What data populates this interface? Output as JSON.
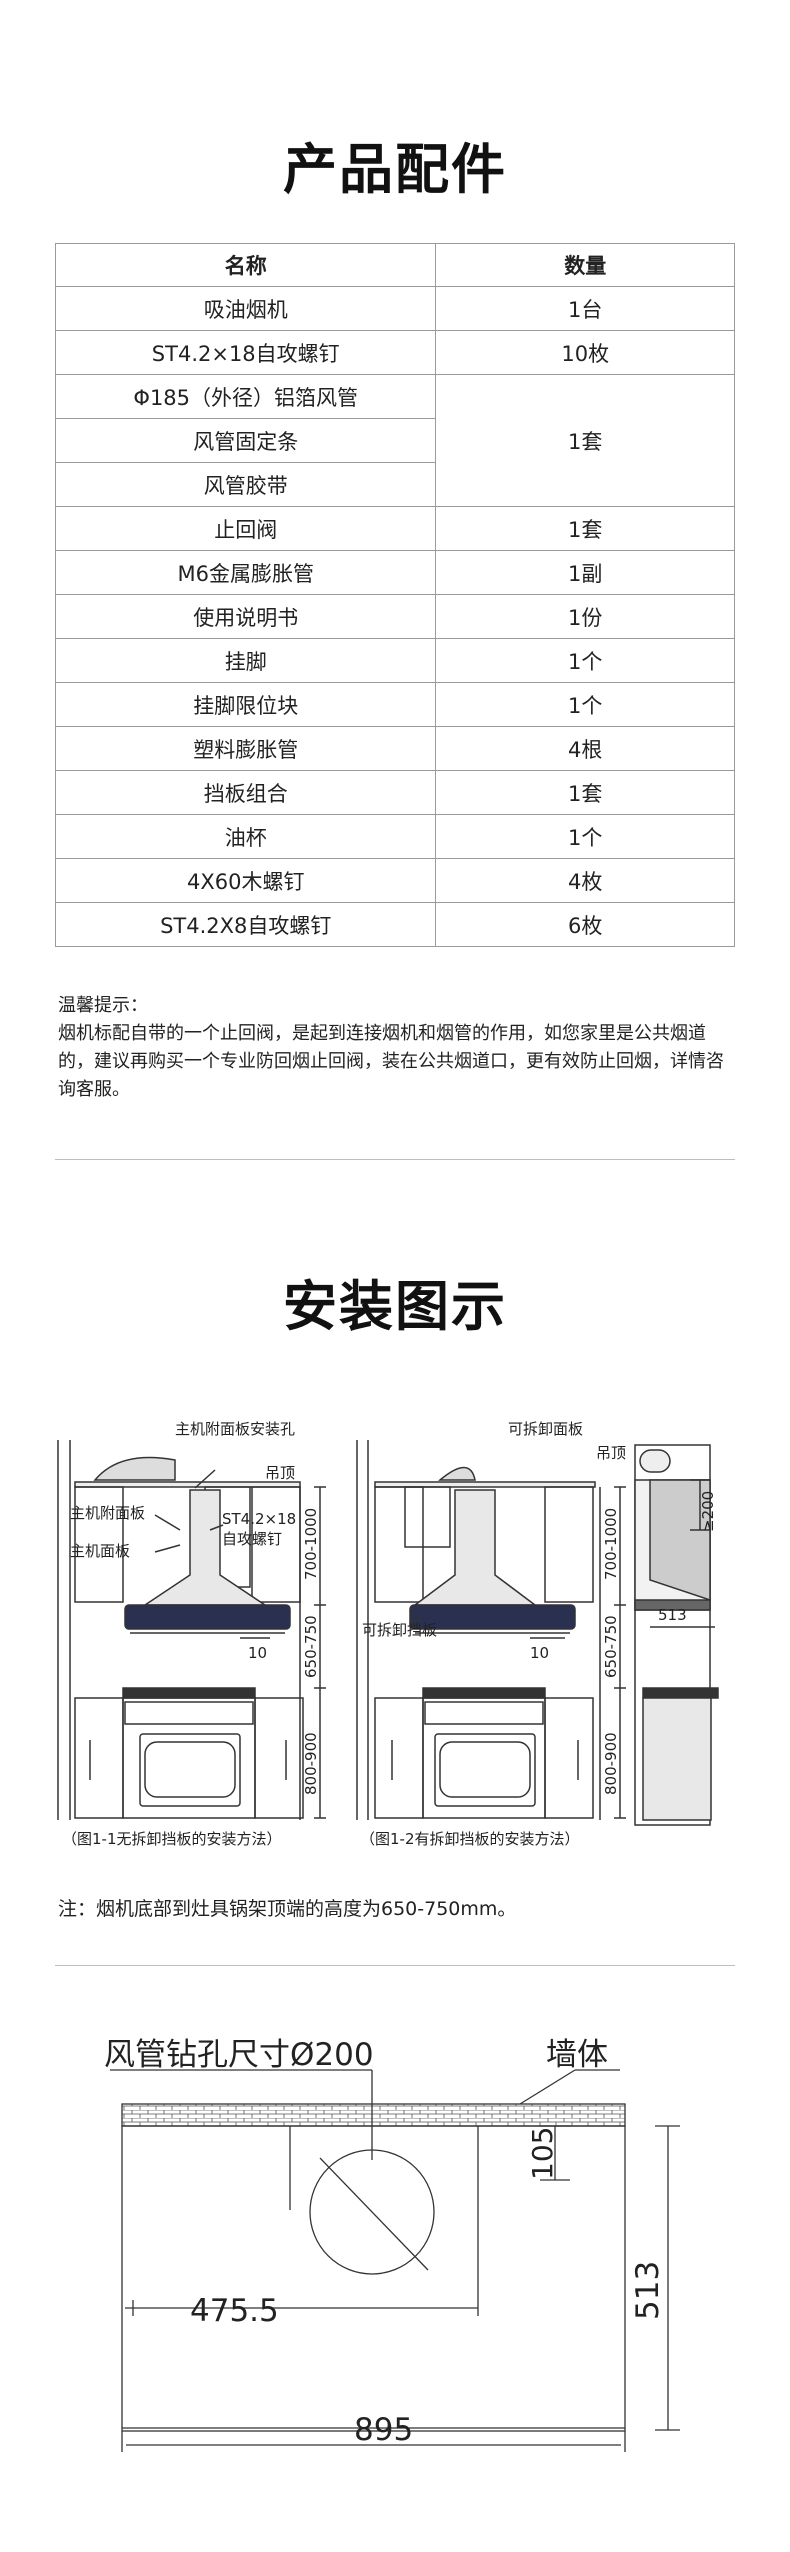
{
  "section1": {
    "title": "产品配件",
    "header": {
      "name": "名称",
      "qty": "数量"
    },
    "rows": [
      {
        "name": "吸油烟机",
        "qty": "1台"
      },
      {
        "name": "ST4.2×18自攻螺钉",
        "qty": "10枚"
      },
      {
        "name": "Φ185（外径）铝箔风管",
        "qty": "1套"
      },
      {
        "name": "风管固定条"
      },
      {
        "name": "风管胶带"
      },
      {
        "name": "止回阀",
        "qty": "1套"
      },
      {
        "name": "M6金属膨胀管",
        "qty": "1副"
      },
      {
        "name": "使用说明书",
        "qty": "1份"
      },
      {
        "name": "挂脚",
        "qty": "1个"
      },
      {
        "name": "挂脚限位块",
        "qty": "1个"
      },
      {
        "name": "塑料膨胀管",
        "qty": "4根"
      },
      {
        "name": "挡板组合",
        "qty": "1套"
      },
      {
        "name": "油杯",
        "qty": "1个"
      },
      {
        "name": "4X60木螺钉",
        "qty": "4枚"
      },
      {
        "name": "ST4.2X8自攻螺钉",
        "qty": "6枚"
      }
    ],
    "tip": {
      "heading": "温馨提示：",
      "text": "烟机标配自带的一个止回阀，是起到连接烟机和烟管的作用，如您家里是公共烟道的，建议再购买一个专业防回烟止回阀，装在公共烟道口，更有效防止回烟，详情咨询客服。"
    }
  },
  "section2": {
    "title": "安装图示",
    "fig1": {
      "label_top": "主机附面板安装孔",
      "label_panel": "主机附面板",
      "label_face": "主机面板",
      "label_screw_1": "ST4.2×18",
      "label_screw_2": "自攻螺钉",
      "label_ceiling": "吊顶",
      "dim_upper": "700-1000",
      "dim_mid": "650-750",
      "dim_lower": "800-900",
      "dim_gap": "10",
      "caption": "（图1-1无拆卸挡板的安装方法）"
    },
    "fig2": {
      "label_top": "可拆卸面板",
      "label_ceiling": "吊顶",
      "label_baffle": "可拆卸挡板",
      "dim_upper": "700-1000",
      "dim_mid": "650-750",
      "dim_lower": "800-900",
      "dim_gap": "10",
      "caption": "（图1-2有拆卸挡板的安装方法）"
    },
    "fig3": {
      "dim_top": "≥200",
      "dim_depth": "513"
    },
    "note": "注：烟机底部到灶具锅架顶端的高度为650-750mm。"
  },
  "section3": {
    "label_hole": "风管钻孔尺寸Ø200",
    "label_wall": "墙体",
    "dim_105": "105",
    "dim_4755": "475.5",
    "dim_513": "513",
    "dim_895": "895"
  }
}
